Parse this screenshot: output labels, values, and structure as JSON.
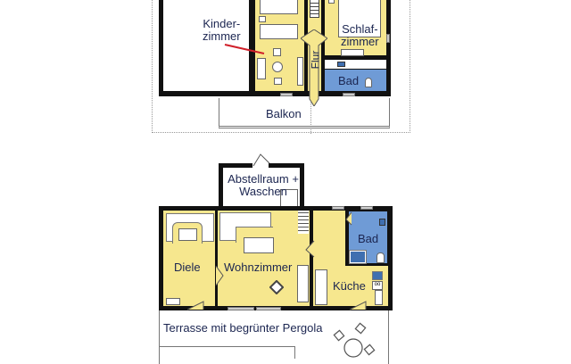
{
  "upper_floor": {
    "rooms": [
      {
        "id": "kinderzimmer",
        "label_line1": "Kinder-",
        "label_line2": "zimmer"
      },
      {
        "id": "schlafzimmer",
        "label_line1": "Schlaf-",
        "label_line2": "zimmer"
      },
      {
        "id": "flur",
        "label": "Flur"
      },
      {
        "id": "bad",
        "label": "Bad"
      },
      {
        "id": "balkon",
        "label": "Balkon"
      }
    ]
  },
  "ground_floor": {
    "rooms": [
      {
        "id": "abstellraum",
        "label_line1": "Abstellraum +",
        "label_line2": "Waschen"
      },
      {
        "id": "diele",
        "label": "Diele"
      },
      {
        "id": "wohnzimmer",
        "label": "Wohnzimmer"
      },
      {
        "id": "bad",
        "label": "Bad"
      },
      {
        "id": "kueche",
        "label": "Küche"
      },
      {
        "id": "terrasse",
        "label": "Terrasse mit begrünter Pergola"
      }
    ]
  },
  "colors": {
    "living_area": "#f6e78e",
    "bathroom": "#6f9bd6",
    "walls": "#111111",
    "label_text": "#1b2550",
    "pointer_line": "#d0202a"
  }
}
